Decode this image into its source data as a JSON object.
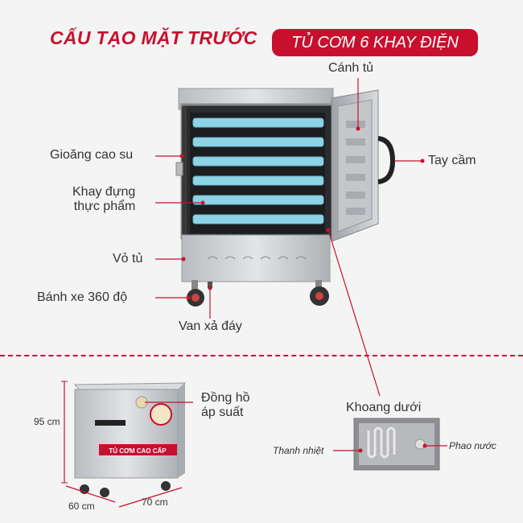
{
  "header": {
    "title": "CẤU TẠO MẶT TRƯỚC",
    "badge": "TỦ CƠM 6 KHAY ĐIỆN"
  },
  "labels": {
    "door": "Cánh tủ",
    "gasket": "Gioăng cao su",
    "handle": "Tay cầm",
    "tray_line1": "Khay đựng",
    "tray_line2": "thực phẩm",
    "shell": "Vỏ tủ",
    "wheels": "Bánh xe 360 độ",
    "drain": "Van xả đáy",
    "gauge_line1": "Đồng hồ",
    "gauge_line2": "áp suất",
    "lower_chamber": "Khoang dưới",
    "heater": "Thanh nhiệt",
    "float": "Phao nước"
  },
  "dimensions": {
    "height": "95 cm",
    "depth": "60 cm",
    "width": "70 cm"
  },
  "product_plate": "TỦ CƠM CAO CẤP",
  "colors": {
    "accent": "#c8102e",
    "steel": "#c9ccd0",
    "tray": "#8fd3e6"
  }
}
